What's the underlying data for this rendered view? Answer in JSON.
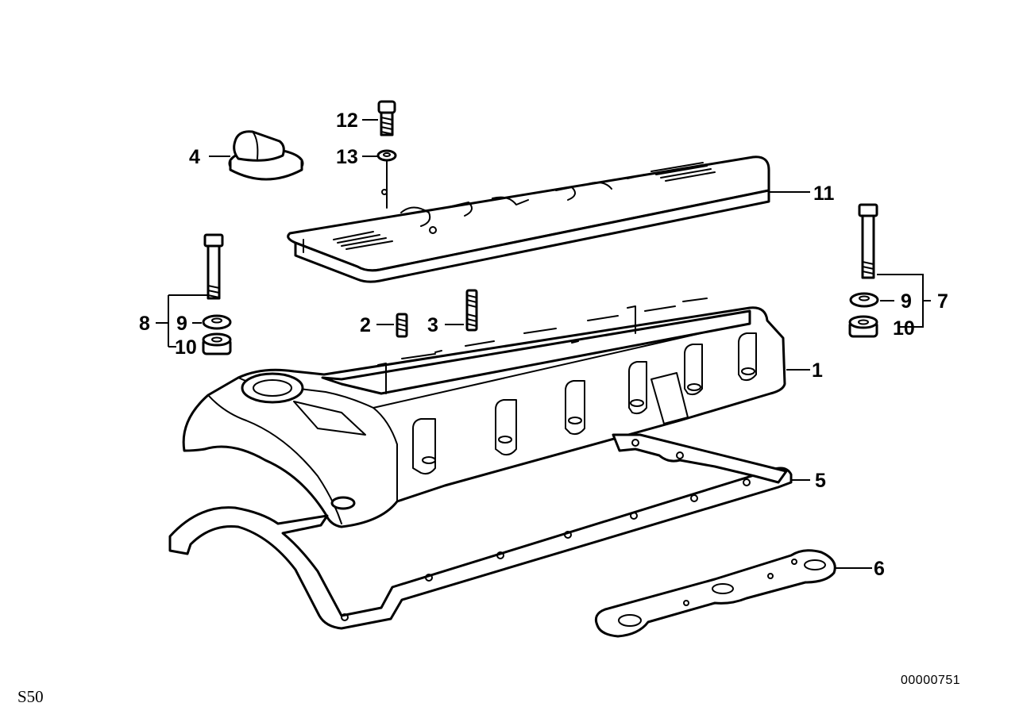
{
  "diagram": {
    "callouts": [
      {
        "id": "1",
        "label": "1"
      },
      {
        "id": "2",
        "label": "2"
      },
      {
        "id": "3",
        "label": "3"
      },
      {
        "id": "4",
        "label": "4"
      },
      {
        "id": "5",
        "label": "5"
      },
      {
        "id": "6",
        "label": "6"
      },
      {
        "id": "7",
        "label": "7"
      },
      {
        "id": "8",
        "label": "8"
      },
      {
        "id": "9-left",
        "label": "9"
      },
      {
        "id": "9-right",
        "label": "9"
      },
      {
        "id": "10-left",
        "label": "10"
      },
      {
        "id": "10-right",
        "label": "10"
      },
      {
        "id": "11",
        "label": "11"
      },
      {
        "id": "12",
        "label": "12"
      },
      {
        "id": "13",
        "label": "13"
      }
    ],
    "model_code": "S50",
    "drawing_number": "00000751"
  }
}
